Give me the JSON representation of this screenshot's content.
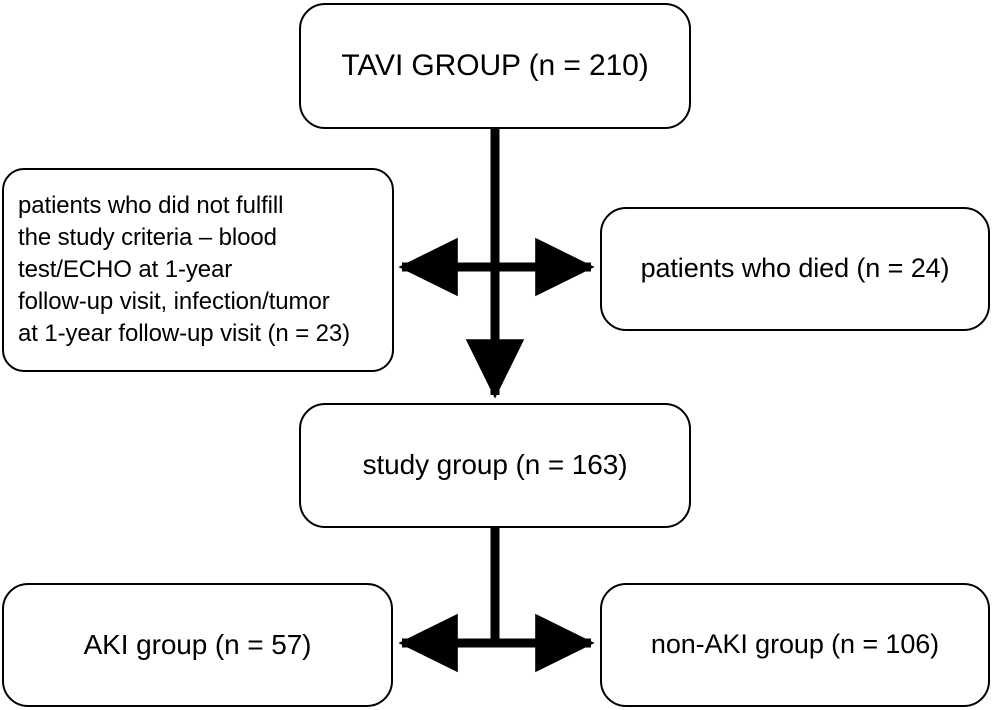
{
  "diagram": {
    "type": "flowchart",
    "title": "Study population flow diagram",
    "orientation": "top-down",
    "colors": {
      "background": "#ffffff",
      "stroke": "#000000",
      "fill": "#ffffff"
    },
    "nodes": [
      {
        "id": "tavi-group",
        "label": "TAVI GROUP (n = 210)",
        "count": 210,
        "align": "center"
      },
      {
        "id": "excluded",
        "label": "patients who did not fulfill the study criteria – blood test/ECHO at 1-year follow-up visit, infection/tumor at 1-year follow-up visit (n = 23)",
        "lines": [
          "patients who did not fulfill",
          "the study criteria – blood",
          "test/ECHO at 1-year",
          "follow-up visit, infection/tumor",
          "at 1-year follow-up visit (n = 23)"
        ],
        "count": 23,
        "align": "left"
      },
      {
        "id": "died",
        "label": "patients who died (n = 24)",
        "count": 24,
        "align": "center"
      },
      {
        "id": "study-group",
        "label": "study group (n = 163)",
        "count": 163,
        "align": "center"
      },
      {
        "id": "aki-group",
        "label": "AKI group (n = 57)",
        "count": 57,
        "align": "center"
      },
      {
        "id": "non-aki-group",
        "label": "non-AKI group (n = 106)",
        "count": 106,
        "align": "center"
      }
    ],
    "edges": [
      {
        "id": "tavi-to-study",
        "from": "tavi-group",
        "to": "study-group",
        "style": "arrow-down"
      },
      {
        "id": "excluded-died-split",
        "from": "tavi-to-study",
        "to": [
          "excluded",
          "died"
        ],
        "style": "double-headed-horizontal"
      },
      {
        "id": "study-to-subgroups",
        "from": "study-group",
        "to": [
          "aki-group",
          "non-aki-group"
        ],
        "style": "double-headed-horizontal"
      }
    ]
  }
}
